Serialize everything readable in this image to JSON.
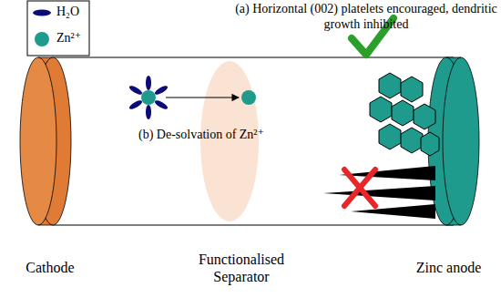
{
  "diagram": {
    "labels": [
      "(a) Horizontal (002) platelets encouraged, dendritic growth inhibited",
      "(b) De-solvation of Zn²⁺",
      "Cathode",
      "Functionalised Separator",
      "Zinc anode"
    ],
    "legend": [
      {
        "text": "H₂O",
        "color": "#0b0b7a"
      },
      {
        "text": "Zn²⁺",
        "color": "#1f9b8e"
      }
    ]
  }
}
